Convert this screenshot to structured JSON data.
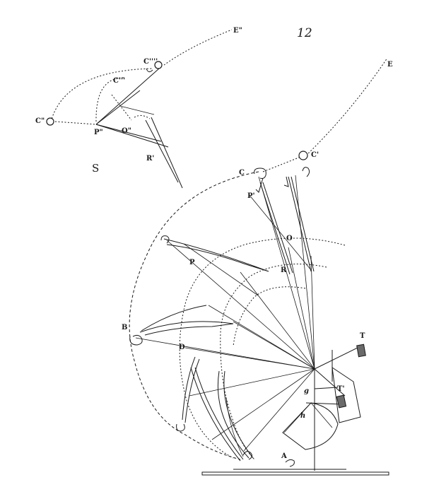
{
  "figure": {
    "number": "12",
    "sketch_label": "S",
    "points": {
      "A": "A",
      "B": "B",
      "C": "C",
      "C1": "C'",
      "D": "D",
      "E": "E",
      "P": "P",
      "P1": "P'",
      "R": "R",
      "O": "O",
      "T": "T",
      "T1": "T'",
      "g": "g",
      "h": "h",
      "C2": "C\"",
      "C3": "C'''",
      "C4": "C''''",
      "E2": "E\"",
      "P2": "P\"",
      "O2": "O\"",
      "R2": "R'"
    }
  }
}
